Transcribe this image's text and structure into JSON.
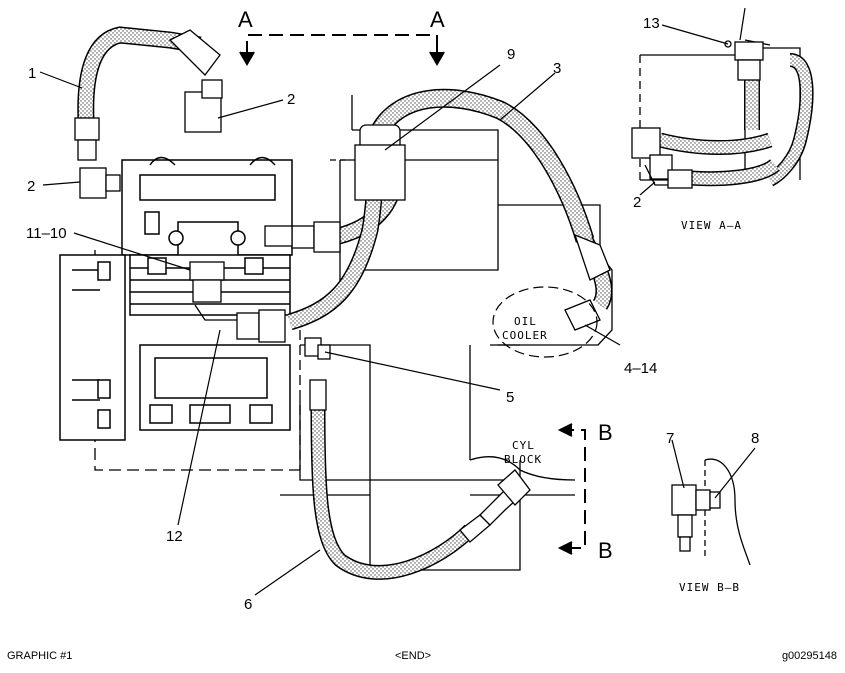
{
  "callouts": {
    "c1": "1",
    "c2a": "2",
    "c2b": "2",
    "c2c": "2",
    "c3": "3",
    "c4_14": "4–14",
    "c5": "5",
    "c6": "6",
    "c7": "7",
    "c8": "8",
    "c9": "9",
    "c11_10": "11–10",
    "c12": "12",
    "c13": "13"
  },
  "sections": {
    "a_left": "A",
    "a_right": "A",
    "b_top": "B",
    "b_bottom": "B"
  },
  "plates": {
    "oil_line1": "OIL",
    "oil_line2": "COOLER",
    "cyl_line1": "CYL",
    "cyl_line2": "BLOCK"
  },
  "views": {
    "view_aa": "VIEW A–A",
    "view_bb": "VIEW B–B"
  },
  "footer": {
    "left": "GRAPHIC #1",
    "center": "<END>",
    "right": "g00295148"
  }
}
